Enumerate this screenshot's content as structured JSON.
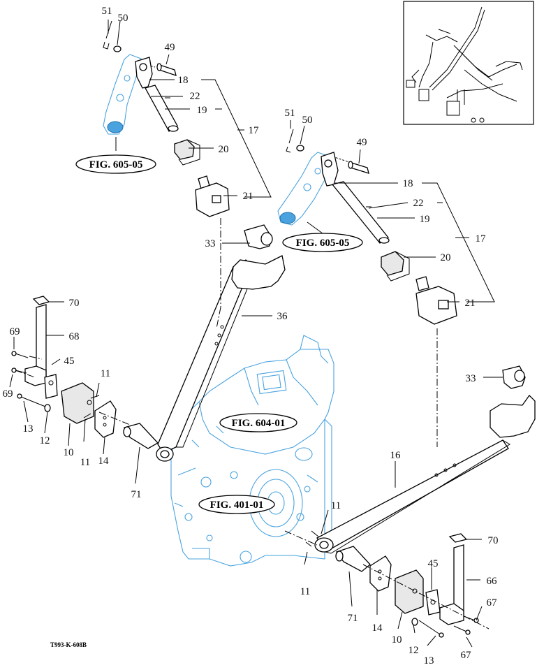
{
  "colors": {
    "line": "#000000",
    "reference": "#4aa3df",
    "background": "#ffffff"
  },
  "diagram_code": "T993-K-608B",
  "figure_refs": [
    "FIG. 605-05",
    "FIG. 605-05",
    "FIG. 604-01",
    "FIG. 401-01"
  ],
  "callouts": [
    "51",
    "50",
    "49",
    "18",
    "22",
    "19",
    "17",
    "20",
    "21",
    "33",
    "36",
    "70",
    "68",
    "45",
    "69",
    "69",
    "11",
    "13",
    "12",
    "10",
    "11",
    "14",
    "71",
    "51",
    "50",
    "49",
    "18",
    "22",
    "19",
    "17",
    "20",
    "21",
    "33",
    "16",
    "11",
    "11",
    "70",
    "45",
    "66",
    "67",
    "71",
    "14",
    "10",
    "12",
    "13",
    "67"
  ],
  "inset": {
    "description_icon": "tractor-three-point-hitch-overview"
  }
}
